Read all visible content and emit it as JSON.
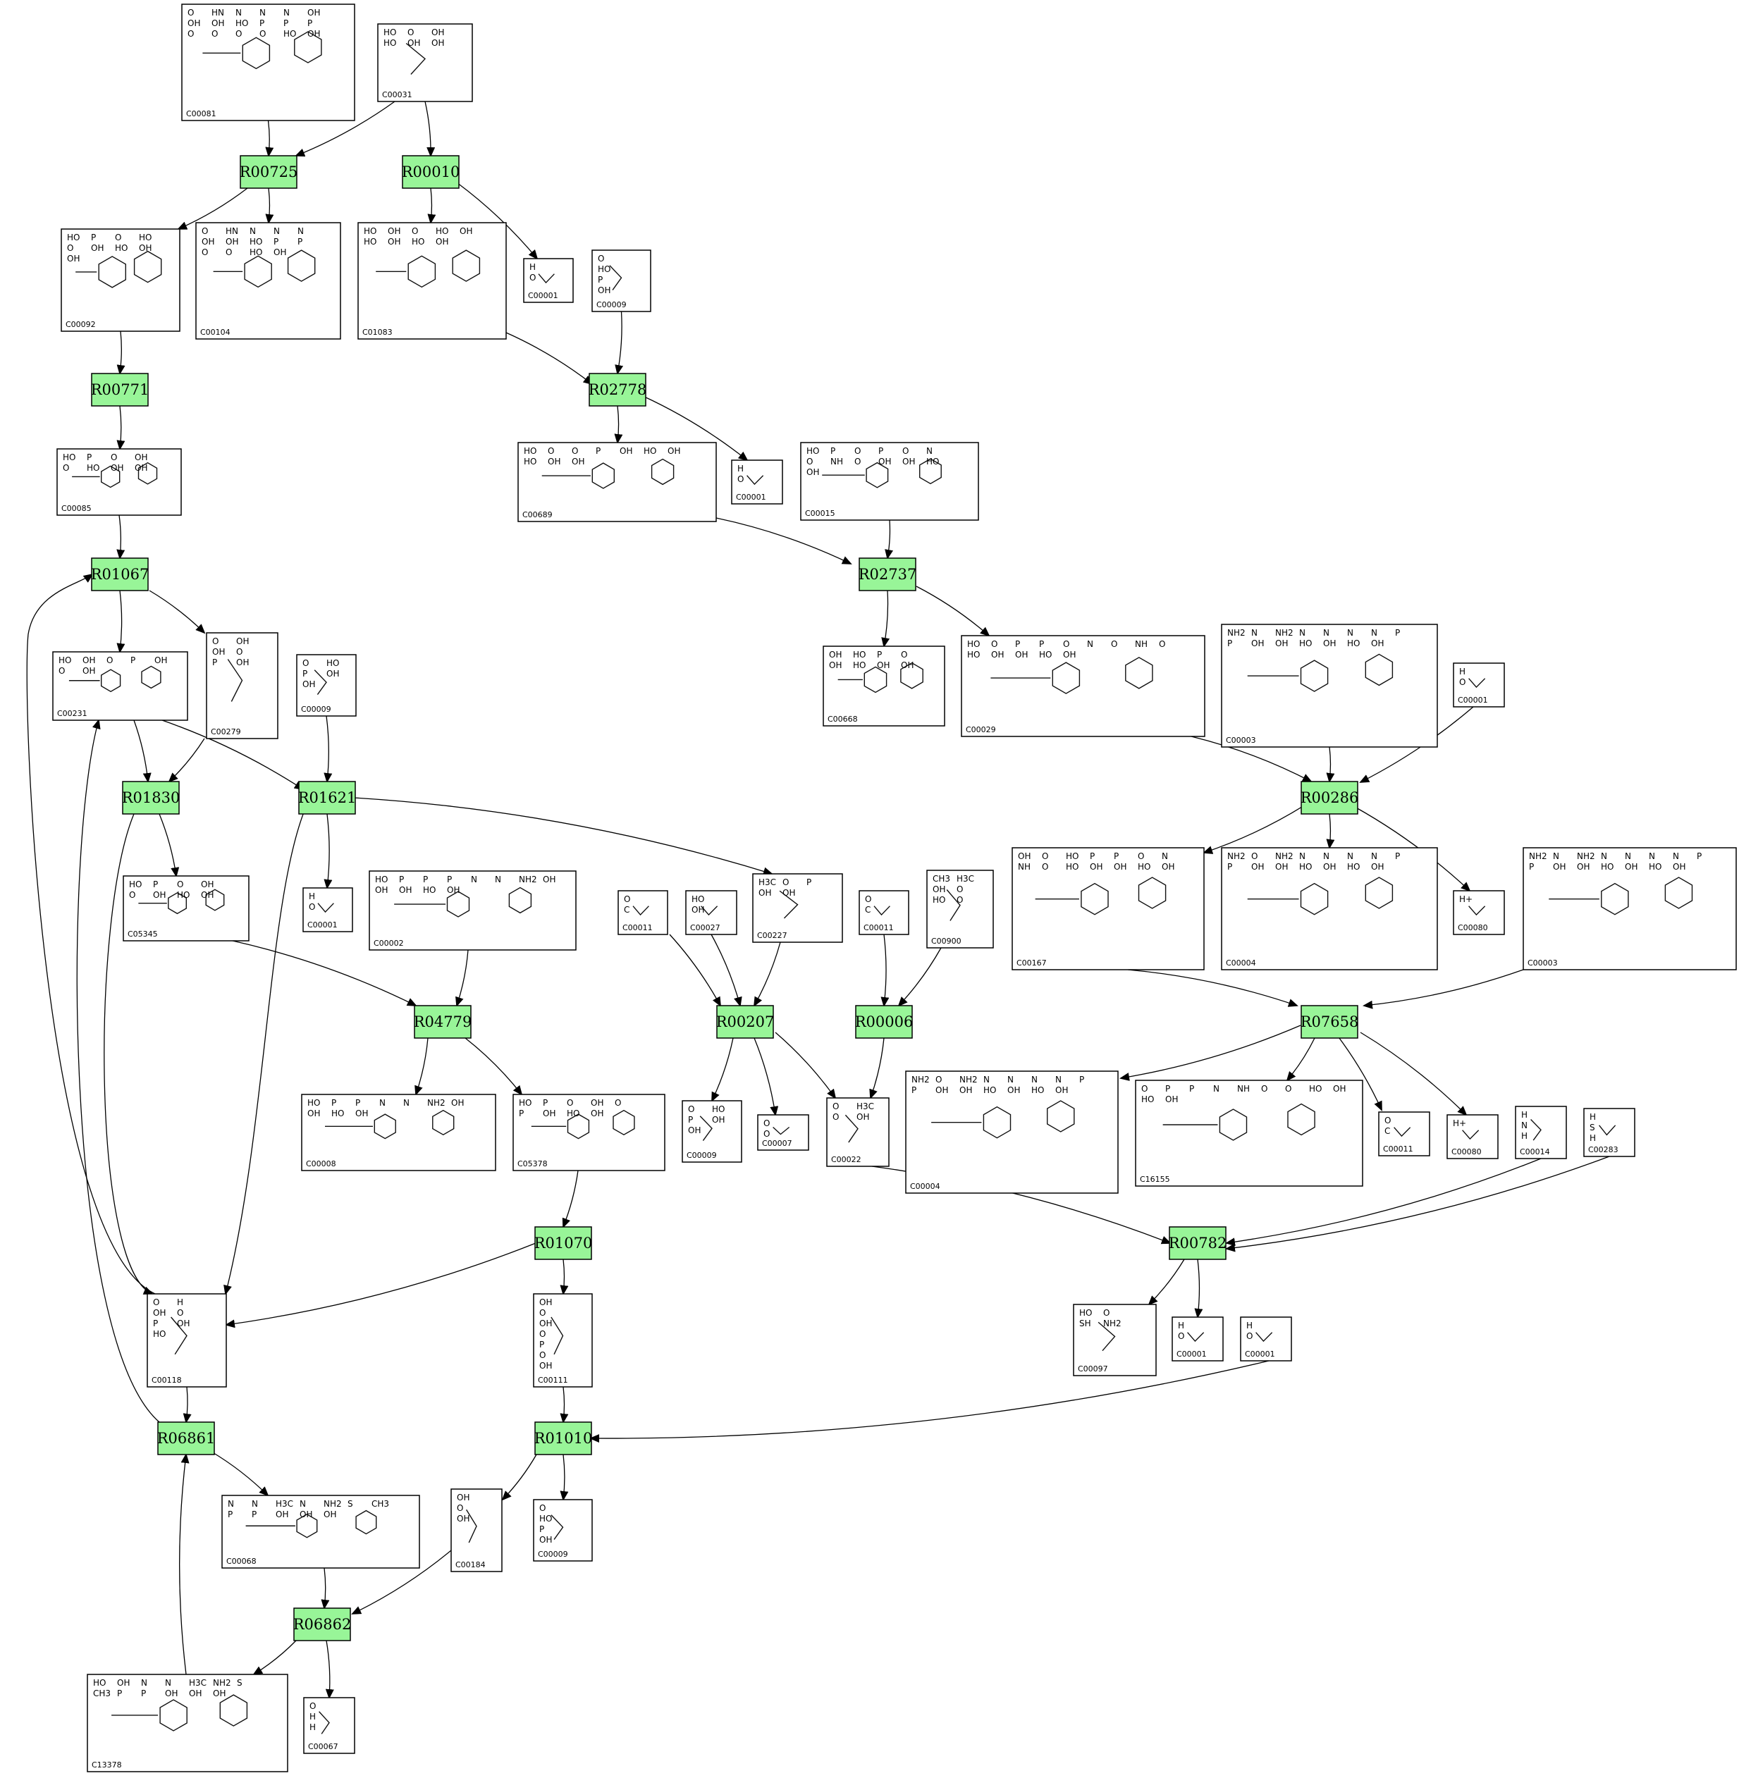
{
  "reactions": [
    "R00725",
    "R00010",
    "R00771",
    "R02778",
    "R01067",
    "R02737",
    "R01830",
    "R01621",
    "R00286",
    "R04779",
    "R00207",
    "R00006",
    "R07658",
    "R01070",
    "R00782",
    "R06861",
    "R01010",
    "R06862"
  ],
  "compounds": [
    {
      "id": "c1",
      "label": "C00081",
      "atoms": [
        "O",
        "HN",
        "N",
        "N",
        "N",
        "OH",
        "OH",
        "OH",
        "HO",
        "P",
        "P",
        "P",
        "O",
        "O",
        "O",
        "O",
        "HO",
        "OH"
      ]
    },
    {
      "id": "c2",
      "label": "C00031",
      "atoms": [
        "HO",
        "O",
        "OH",
        "HO",
        "OH",
        "OH"
      ]
    },
    {
      "id": "c3",
      "label": "C00092",
      "atoms": [
        "HO",
        "P",
        "O",
        "HO",
        "O",
        "OH",
        "HO",
        "OH",
        "OH"
      ]
    },
    {
      "id": "c4",
      "label": "C00104",
      "atoms": [
        "O",
        "HN",
        "N",
        "N",
        "N",
        "OH",
        "OH",
        "HO",
        "P",
        "P",
        "O",
        "O",
        "HO",
        "OH"
      ]
    },
    {
      "id": "c5",
      "label": "C01083",
      "atoms": [
        "HO",
        "OH",
        "O",
        "HO",
        "OH",
        "HO",
        "OH",
        "HO",
        "OH"
      ]
    },
    {
      "id": "c6",
      "label": "C00001",
      "atoms": [
        "H",
        "O",
        "H"
      ]
    },
    {
      "id": "c7",
      "label": "C00009",
      "atoms": [
        "O",
        "HO",
        "P",
        "OH",
        "OH"
      ]
    },
    {
      "id": "c8",
      "label": "C00085",
      "atoms": [
        "HO",
        "P",
        "O",
        "OH",
        "O",
        "HO",
        "OH",
        "OH"
      ]
    },
    {
      "id": "c9",
      "label": "C00689",
      "atoms": [
        "HO",
        "O",
        "O",
        "P",
        "OH",
        "HO",
        "OH",
        "HO",
        "OH",
        "OH"
      ]
    },
    {
      "id": "c10",
      "label": "C00001",
      "atoms": [
        "H",
        "O",
        "H"
      ]
    },
    {
      "id": "c11",
      "label": "C00015",
      "atoms": [
        "HO",
        "P",
        "O",
        "P",
        "O",
        "N",
        "O",
        "NH",
        "O",
        "OH",
        "OH",
        "HO",
        "OH"
      ]
    },
    {
      "id": "c12",
      "label": "C00231",
      "atoms": [
        "HO",
        "OH",
        "O",
        "P",
        "OH",
        "O",
        "OH"
      ]
    },
    {
      "id": "c13",
      "label": "C00279",
      "atoms": [
        "O",
        "OH",
        "OH",
        "O",
        "P",
        "OH"
      ]
    },
    {
      "id": "c14",
      "label": "C00009",
      "atoms": [
        "O",
        "HO",
        "P",
        "OH",
        "OH"
      ]
    },
    {
      "id": "c15",
      "label": "C00668",
      "atoms": [
        "OH",
        "HO",
        "P",
        "O",
        "OH",
        "HO",
        "OH",
        "OH"
      ]
    },
    {
      "id": "c16",
      "label": "C00029",
      "atoms": [
        "HO",
        "O",
        "P",
        "P",
        "O",
        "N",
        "O",
        "NH",
        "O",
        "HO",
        "OH",
        "OH",
        "HO",
        "OH"
      ]
    },
    {
      "id": "c17",
      "label": "C00003",
      "atoms": [
        "NH2",
        "N",
        "NH2",
        "N",
        "N",
        "N",
        "N",
        "P",
        "P",
        "OH",
        "OH",
        "HO",
        "OH",
        "HO",
        "OH"
      ]
    },
    {
      "id": "c18",
      "label": "C00001",
      "atoms": [
        "H",
        "O",
        "H"
      ]
    },
    {
      "id": "c19",
      "label": "C05345",
      "atoms": [
        "HO",
        "P",
        "O",
        "OH",
        "O",
        "OH",
        "HO",
        "OH"
      ]
    },
    {
      "id": "c20",
      "label": "C00001",
      "atoms": [
        "H",
        "O",
        "H"
      ]
    },
    {
      "id": "c21",
      "label": "C00002",
      "atoms": [
        "HO",
        "P",
        "P",
        "P",
        "N",
        "N",
        "NH2",
        "OH",
        "OH",
        "OH",
        "HO",
        "OH"
      ]
    },
    {
      "id": "c22",
      "label": "C00011",
      "atoms": [
        "O",
        "C",
        "O"
      ]
    },
    {
      "id": "c23",
      "label": "C00027",
      "atoms": [
        "HO",
        "OH"
      ]
    },
    {
      "id": "c24",
      "label": "C00227",
      "atoms": [
        "H3C",
        "O",
        "P",
        "OH",
        "OH"
      ]
    },
    {
      "id": "c25",
      "label": "C00011",
      "atoms": [
        "O",
        "C",
        "O"
      ]
    },
    {
      "id": "c26",
      "label": "C00900",
      "atoms": [
        "CH3",
        "H3C",
        "OH",
        "O",
        "HO",
        "O"
      ]
    },
    {
      "id": "c27",
      "label": "C00167",
      "atoms": [
        "OH",
        "O",
        "HO",
        "P",
        "P",
        "O",
        "N",
        "NH",
        "O",
        "HO",
        "OH",
        "OH",
        "HO",
        "OH"
      ]
    },
    {
      "id": "c28",
      "label": "C00004",
      "atoms": [
        "NH2",
        "O",
        "NH2",
        "N",
        "N",
        "N",
        "N",
        "P",
        "P",
        "OH",
        "OH",
        "HO",
        "OH",
        "HO",
        "OH"
      ]
    },
    {
      "id": "c29",
      "label": "H+",
      "atoms": [
        "H+"
      ]
    },
    {
      "id": "c30",
      "label": "C00080",
      "atoms": [
        "H+"
      ]
    },
    {
      "id": "c31",
      "label": "C00003",
      "atoms": [
        "NH2",
        "N",
        "NH2",
        "N",
        "N",
        "N",
        "N",
        "P",
        "P",
        "OH",
        "OH",
        "HO",
        "OH",
        "HO",
        "OH"
      ]
    },
    {
      "id": "c32",
      "label": "C00008",
      "atoms": [
        "HO",
        "P",
        "P",
        "N",
        "N",
        "NH2",
        "OH",
        "OH",
        "HO",
        "OH"
      ]
    },
    {
      "id": "c33",
      "label": "C05378",
      "atoms": [
        "HO",
        "P",
        "O",
        "OH",
        "O",
        "P",
        "OH",
        "HO",
        "OH"
      ]
    },
    {
      "id": "c34",
      "label": "C00009",
      "atoms": [
        "O",
        "HO",
        "P",
        "OH",
        "OH"
      ]
    },
    {
      "id": "c35",
      "label": "C00007",
      "atoms": [
        "O",
        "O"
      ]
    },
    {
      "id": "c36",
      "label": "C00022",
      "atoms": [
        "O",
        "H3C",
        "O",
        "OH"
      ]
    },
    {
      "id": "c37",
      "label": "C00004",
      "atoms": [
        "NH2",
        "O",
        "NH2",
        "N",
        "N",
        "N",
        "N",
        "P",
        "P",
        "OH",
        "OH",
        "HO",
        "OH",
        "HO",
        "OH"
      ]
    },
    {
      "id": "c38",
      "label": "C16155",
      "atoms": [
        "O",
        "P",
        "P",
        "N",
        "NH",
        "O",
        "O",
        "HO",
        "OH",
        "HO",
        "OH"
      ]
    },
    {
      "id": "c39",
      "label": "C00011",
      "atoms": [
        "O",
        "C",
        "O"
      ]
    },
    {
      "id": "c40",
      "label": "C00080",
      "atoms": [
        "H+"
      ]
    },
    {
      "id": "c41",
      "label": "C00014",
      "atoms": [
        "H",
        "N",
        "H",
        "H"
      ]
    },
    {
      "id": "c42",
      "label": "C00283",
      "atoms": [
        "H",
        "S",
        "H"
      ]
    },
    {
      "id": "c43",
      "label": "C00118",
      "atoms": [
        "O",
        "H",
        "OH",
        "O",
        "P",
        "OH",
        "HO"
      ]
    },
    {
      "id": "c44",
      "label": "C00111",
      "atoms": [
        "OH",
        "O",
        "OH",
        "O",
        "P",
        "O",
        "OH"
      ]
    },
    {
      "id": "c45",
      "label": "C00097",
      "atoms": [
        "HO",
        "O",
        "SH",
        "NH2"
      ]
    },
    {
      "id": "c46",
      "label": "C00001",
      "atoms": [
        "H",
        "O",
        "H"
      ]
    },
    {
      "id": "c47",
      "label": "C00001",
      "atoms": [
        "H",
        "O",
        "H"
      ]
    },
    {
      "id": "c48",
      "label": "C00068",
      "atoms": [
        "N",
        "N",
        "H3C",
        "N",
        "NH2",
        "S",
        "CH3",
        "P",
        "P",
        "OH",
        "OH",
        "OH"
      ]
    },
    {
      "id": "c49",
      "label": "C00184",
      "atoms": [
        "OH",
        "O",
        "OH"
      ]
    },
    {
      "id": "c50",
      "label": "C00009",
      "atoms": [
        "O",
        "HO",
        "P",
        "OH",
        "OH"
      ]
    },
    {
      "id": "c51",
      "label": "C13378",
      "atoms": [
        "HO",
        "OH",
        "N",
        "N",
        "H3C",
        "NH2",
        "S",
        "CH3",
        "P",
        "P",
        "OH",
        "OH",
        "OH"
      ]
    },
    {
      "id": "c52",
      "label": "C00067",
      "atoms": [
        "O",
        "H",
        "H"
      ]
    }
  ]
}
